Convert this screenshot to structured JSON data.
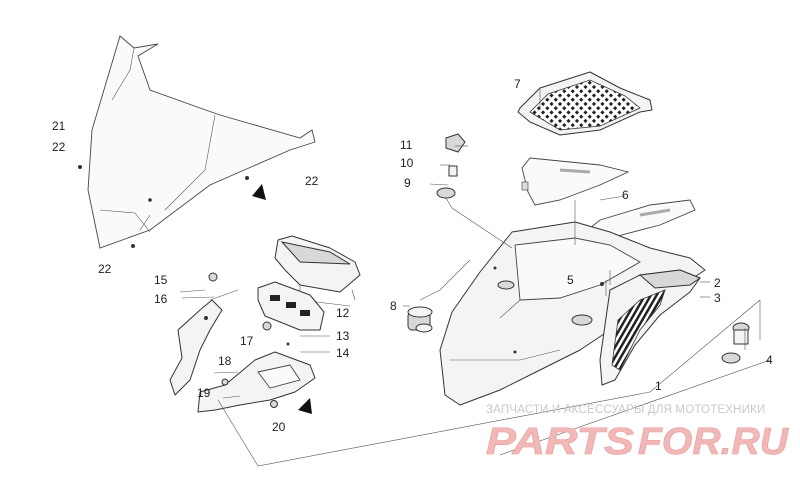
{
  "callouts": {
    "c1": "1",
    "c2": "2",
    "c3": "3",
    "c4": "4",
    "c5": "5",
    "c6": "6",
    "c7": "7",
    "c8": "8",
    "c9": "9",
    "c10": "10",
    "c11": "11",
    "c12": "12",
    "c13": "13",
    "c14": "14",
    "c15": "15",
    "c16": "16",
    "c17": "17",
    "c18": "18",
    "c19": "19",
    "c20": "20",
    "c21": "21",
    "c22a": "22",
    "c22b": "22",
    "c22c": "22"
  },
  "watermark": {
    "tagline": "ЗАПЧАСТИ И АКСЕССУАРЫ ДЛЯ МОТОТЕХНИКИ",
    "logo_left": "PARTS",
    "logo_right": "FOR.RU"
  },
  "colors": {
    "watermark_red": "#f2b8b8",
    "watermark_gray": "#c8c8c8"
  }
}
